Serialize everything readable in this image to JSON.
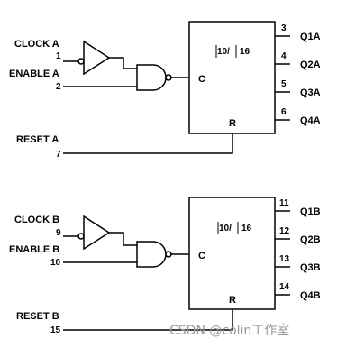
{
  "counter_a": {
    "clock_label": "CLOCK A",
    "clock_pin": "1",
    "enable_label": "ENABLE A",
    "enable_pin": "2",
    "reset_label": "RESET A",
    "reset_pin": "7",
    "clk_input_label": "C",
    "reset_input_label": "R",
    "divider_left": "10/",
    "divider_right": "16",
    "outputs": [
      {
        "pin": "3",
        "name": "Q1A"
      },
      {
        "pin": "4",
        "name": "Q2A"
      },
      {
        "pin": "5",
        "name": "Q3A"
      },
      {
        "pin": "6",
        "name": "Q4A"
      }
    ]
  },
  "counter_b": {
    "clock_label": "CLOCK B",
    "clock_pin": "9",
    "enable_label": "ENABLE B",
    "enable_pin": "10",
    "reset_label": "RESET B",
    "reset_pin": "15",
    "clk_input_label": "C",
    "reset_input_label": "R",
    "divider_left": "10/",
    "divider_right": "16",
    "outputs": [
      {
        "pin": "11",
        "name": "Q1B"
      },
      {
        "pin": "12",
        "name": "Q2B"
      },
      {
        "pin": "13",
        "name": "Q3B"
      },
      {
        "pin": "14",
        "name": "Q4B"
      }
    ]
  },
  "watermark": "CSDN @colin工作室"
}
